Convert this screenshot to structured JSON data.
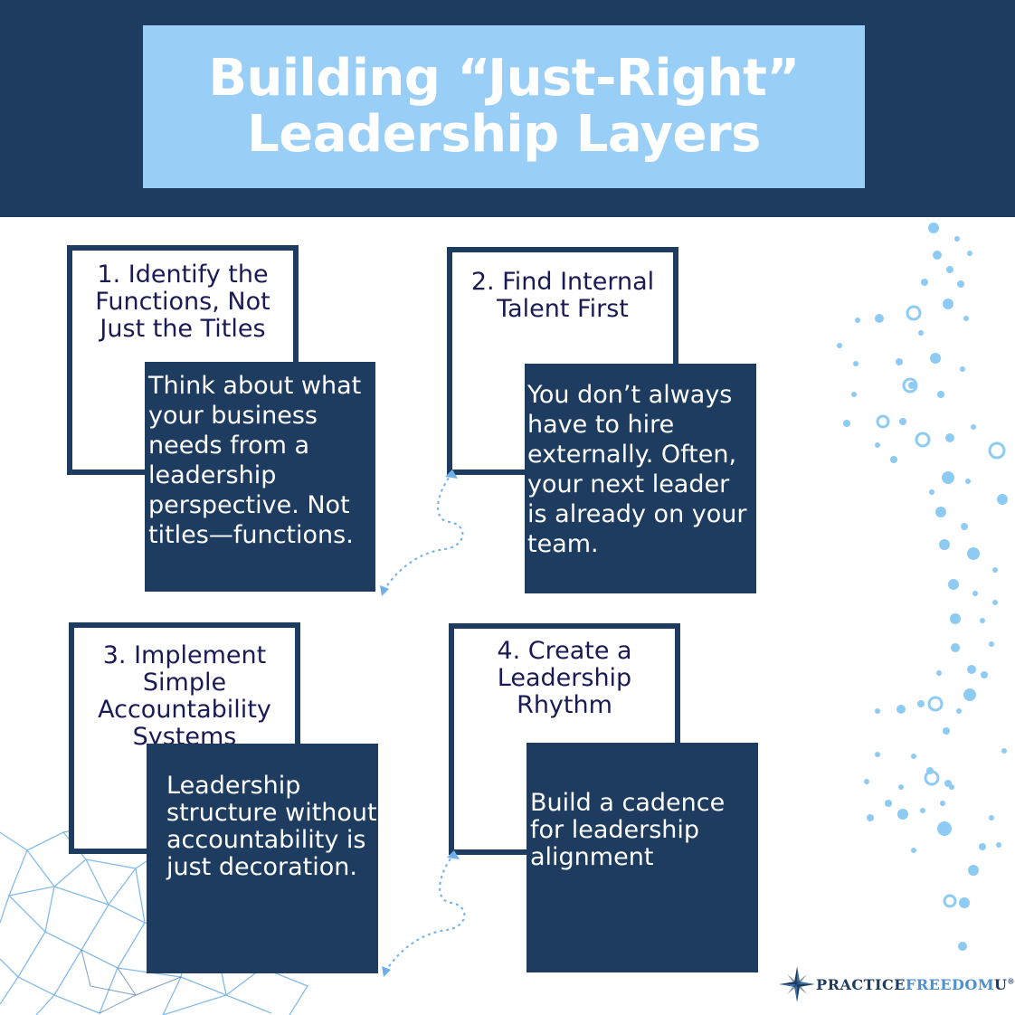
{
  "title": {
    "line1": "Building “Just-Right”",
    "line2": "Leadership Layers"
  },
  "steps": [
    {
      "title_lines": [
        "1. Identify the",
        "Functions, Not",
        "Just the Titles"
      ],
      "body": "Think about what your business needs from a leadership perspective. Not titles—functions."
    },
    {
      "title_lines": [
        "2. Find Internal",
        "Talent First"
      ],
      "body": "You don’t always have to hire externally. Often, your next leader is already on your team."
    },
    {
      "title_lines": [
        "3. Implement",
        "Simple",
        "Accountability",
        "Systems"
      ],
      "body": "Leadership structure without accountability is just decoration."
    },
    {
      "title_lines": [
        "4. Create a",
        "Leadership",
        "Rhythm"
      ],
      "body": "Build a cadence for leadership alignment"
    }
  ],
  "brand": {
    "part1": "PRACTICE",
    "part2": "FREEDOM",
    "part3": "U",
    "mark": "®"
  },
  "colors": {
    "navy": "#1d3c60",
    "light_blue": "#99cef7",
    "title_text": "#ffffff",
    "step_title_text": "#1a1a55",
    "accent": "#6fb8ec"
  },
  "icons": [
    "compass-star-icon",
    "dotted-arrow-icon",
    "bubble-dots-decoration",
    "network-mesh-decoration"
  ]
}
